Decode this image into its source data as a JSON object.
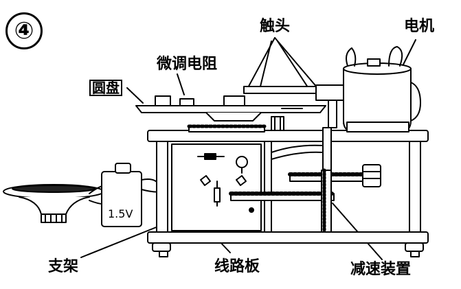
{
  "step_badge": "④",
  "labels": {
    "contact": "触头",
    "motor": "电机",
    "fine_resistor": "微调电阻",
    "disc": "圆盘",
    "bracket": "支架",
    "circuit_board": "线路板",
    "reducer": "减速装置",
    "battery": "1.5V"
  }
}
